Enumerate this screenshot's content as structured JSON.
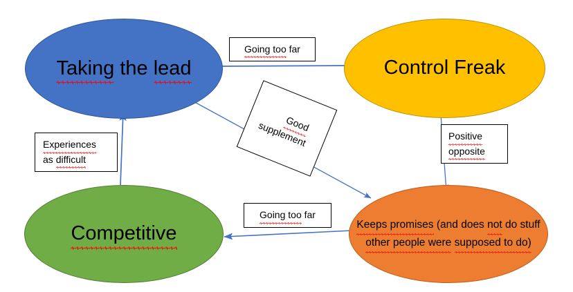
{
  "diagram": {
    "title": "Taking the lead behaviour relationship diagram",
    "background": "#ffffff",
    "connector_color": "#4472C4",
    "spellcheck_color": "#ff0000",
    "nodes": [
      {
        "id": "taking-the-lead",
        "label": "Taking the lead",
        "shape": "ellipse",
        "fill": "#4472C4",
        "stroke": "#2F5597"
      },
      {
        "id": "control-freak",
        "label": "Control Freak",
        "shape": "ellipse",
        "fill": "#FFC000",
        "stroke": "#BF9000"
      },
      {
        "id": "competitive",
        "label": "Competitive",
        "shape": "ellipse",
        "fill": "#70AD47",
        "stroke": "#507E32"
      },
      {
        "id": "keeps-promises",
        "label": "Keeps promises (and does not do stuff other people were supposed to do)",
        "lines": [
          "Keeps promises (and does not",
          "do stuff other people were",
          "supposed to do)"
        ],
        "shape": "ellipse",
        "fill": "#ED7D31",
        "stroke": "#C15A17"
      }
    ],
    "edge_labels": [
      {
        "id": "going-too-far-top",
        "text": "Going too far",
        "from": "taking-the-lead",
        "to": "control-freak"
      },
      {
        "id": "good-supplement",
        "text": "Good supplement",
        "lines": [
          "Good",
          "supplement"
        ],
        "from": "taking-the-lead",
        "to": "keeps-promises",
        "rotated": true
      },
      {
        "id": "positive-opposite",
        "text": "Positive opposite",
        "lines": [
          "Positive",
          "opposite"
        ],
        "from": "control-freak",
        "to": "keeps-promises"
      },
      {
        "id": "experiences-as-difficult",
        "text": "Experiences as difficult",
        "lines": [
          "Experiences",
          "as difficult"
        ],
        "from": "competitive",
        "to": "taking-the-lead"
      },
      {
        "id": "going-too-far-bottom",
        "text": "Going too far",
        "from": "keeps-promises",
        "to": "competitive"
      }
    ],
    "label_fragments": {
      "going_1": "Going too",
      "going_2": " far",
      "good": "Good",
      "supplement": "supplement",
      "positive": "Positive",
      "opposite": "opposite",
      "experiences": "Experiences",
      "as": "as ",
      "difficult": "difficult",
      "taking_1": "Taking",
      "taking_2": " the ",
      "taking_3": "lead",
      "competitive": "Competitive",
      "control_freak": "Control Freak",
      "keeps_1": "Keeps promises",
      "keeps_2": " (and does ",
      "keeps_3": "not",
      "keeps_4": "do stuff ",
      "keeps_5": "other people were",
      "keeps_6": "supposed to do)"
    }
  }
}
